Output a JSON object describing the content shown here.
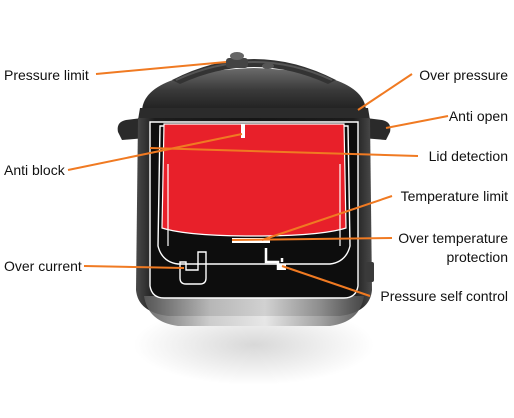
{
  "labels": {
    "pressure_limit": "Pressure limit",
    "over_pressure": "Over pressure",
    "anti_open": "Anti open",
    "anti_block": "Anti block",
    "lid_detection": "Lid detection",
    "temperature_limit": "Temperature limit",
    "over_temperature_line1": "Over temperature",
    "over_temperature_line2": "protection",
    "over_current": "Over current",
    "pressure_self_control": "Pressure self control"
  },
  "colors": {
    "leader_line": "#F07A22",
    "inner_pot": "#E8202A",
    "body": "#1A1A1A",
    "outline": "#FFFFFF"
  }
}
